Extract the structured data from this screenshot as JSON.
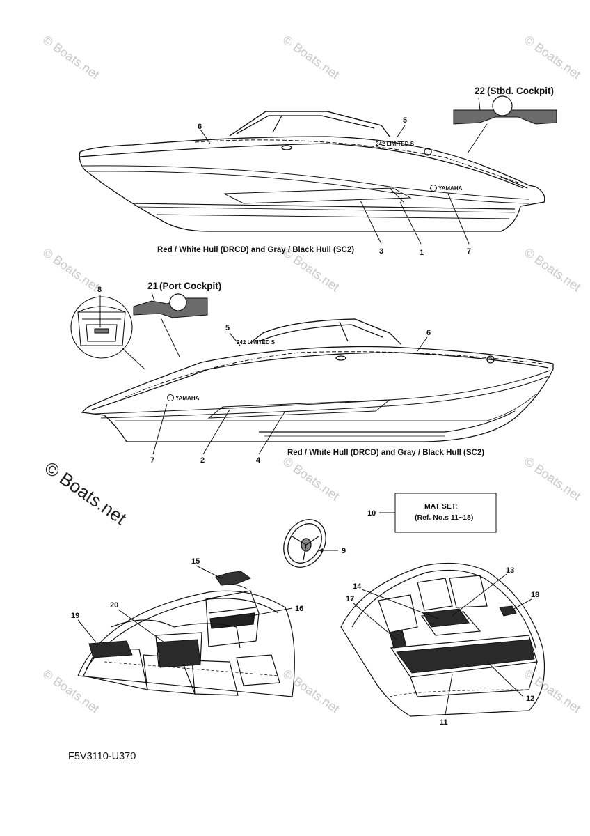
{
  "watermark": "© Boats.net",
  "part_number": "F5V3110-U370",
  "brand_logo": "YAMAHA",
  "captions": {
    "starboard_hull": "Red / White Hull (DRCD) and Gray / Black Hull (SC2)",
    "port_hull": "Red / White Hull (DRCD) and Gray / Black Hull (SC2)"
  },
  "cockpit_labels": {
    "stbd_number": "22",
    "stbd_text": "(Stbd. Cockpit)",
    "port_number": "21",
    "port_text": "(Port Cockpit)"
  },
  "mat_set": {
    "number": "10",
    "line1": "MAT SET:",
    "line2": "(Ref. No.s 11~18)"
  },
  "callouts": {
    "c1": "1",
    "c2": "2",
    "c3": "3",
    "c4": "4",
    "c5a": "5",
    "c5b": "5",
    "c6a": "6",
    "c6b": "6",
    "c7a": "7",
    "c7b": "7",
    "c8": "8",
    "c9": "9",
    "c11": "11",
    "c12": "12",
    "c13": "13",
    "c14": "14",
    "c15": "15",
    "c16": "16",
    "c17": "17",
    "c18": "18",
    "c19": "19",
    "c20": "20"
  },
  "icons": [
    "boat-hull-starboard",
    "boat-hull-port",
    "steering-wheel",
    "cockpit-bow-view",
    "cockpit-stern-view"
  ]
}
